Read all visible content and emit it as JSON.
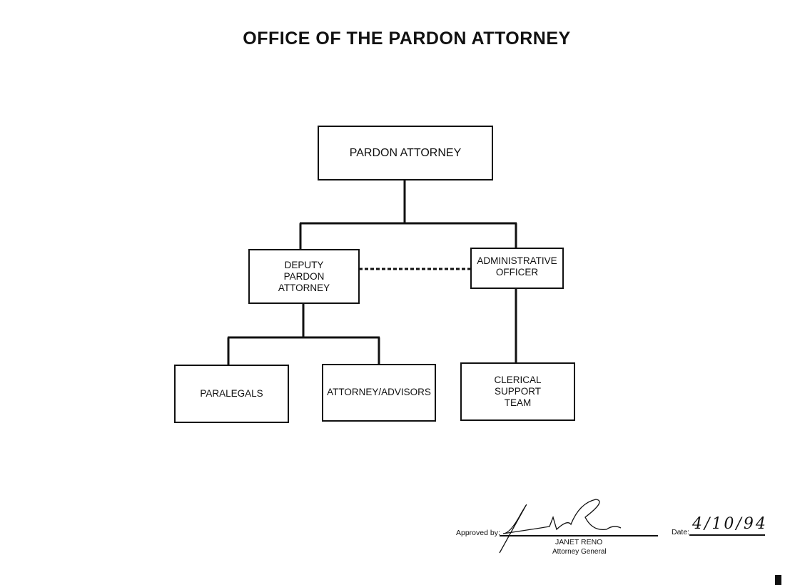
{
  "title": "OFFICE OF THE PARDON ATTORNEY",
  "boxes": {
    "pardon_attorney": "PARDON ATTORNEY",
    "deputy": "DEPUTY\nPARDON\nATTORNEY",
    "admin": "ADMINISTRATIVE\nOFFICER",
    "paralegals": "PARALEGALS",
    "advisors": "ATTORNEY/ADVISORS",
    "clerical": "CLERICAL\nSUPPORT\nTEAM"
  },
  "approval": {
    "approved_label": "Approved by:",
    "signature": "Janet Reno",
    "name": "JANET RENO",
    "role": "Attorney General",
    "date_label": "Date:",
    "date_value": "4/10/94"
  }
}
